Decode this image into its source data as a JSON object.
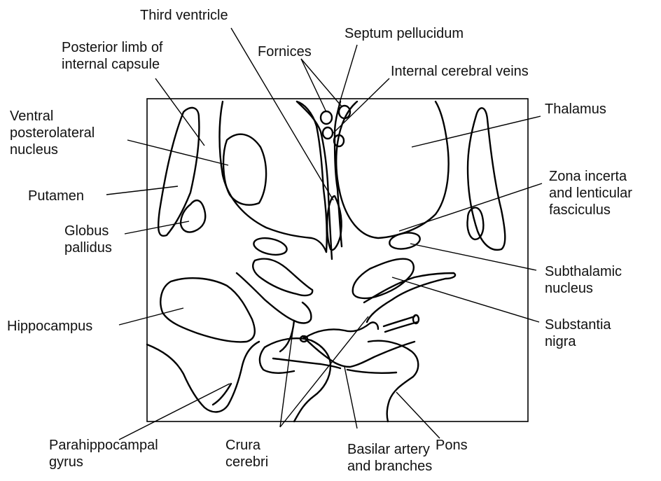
{
  "labels": {
    "third_ventricle": "Third ventricle",
    "septum_pellucidum": "Septum pellucidum",
    "posterior_limb": "Posterior limb of\ninternal capsule",
    "fornices": "Fornices",
    "internal_cerebral_veins": "Internal cerebral veins",
    "thalamus": "Thalamus",
    "ventral_posterolateral": "Ventral\nposterolateral\nnucleus",
    "zona_incerta": "Zona incerta\nand lenticular\nfasciculus",
    "putamen": "Putamen",
    "globus_pallidus": "Globus\npallidus",
    "subthalamic_nucleus": "Subthalamic\nnucleus",
    "hippocampus": "Hippocampus",
    "substantia_nigra": "Substantia\nnigra",
    "parahippocampal_gyrus": "Parahippocampal\ngyrus",
    "crura_cerebri": "Crura\ncerebri",
    "basilar_artery": "Basilar artery\nand branches",
    "pons": "Pons"
  },
  "colors": {
    "ink": "#000000",
    "background": "#ffffff"
  }
}
